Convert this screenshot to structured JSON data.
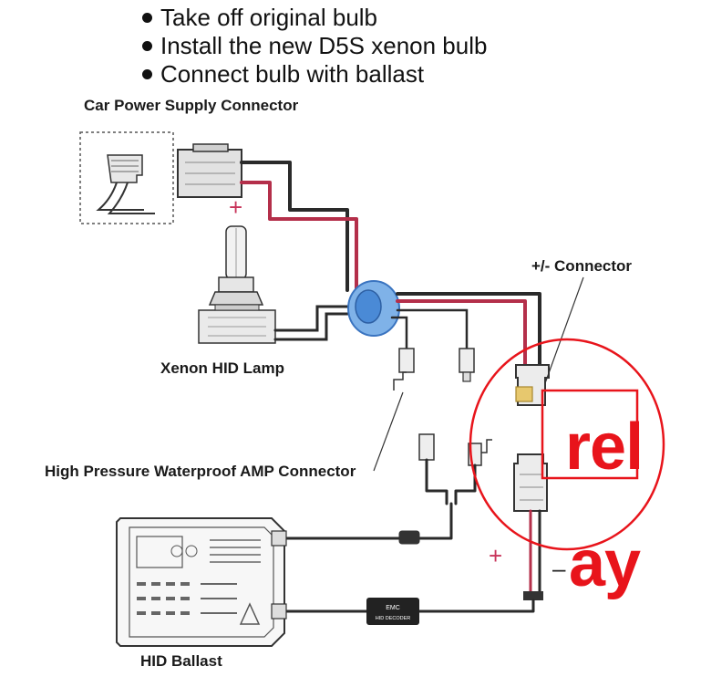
{
  "steps": [
    "Take off original bulb",
    "Install the new D5S xenon bulb",
    "Connect bulb with ballast"
  ],
  "labels": {
    "car_power": "Car Power Supply Connector",
    "connector_pm": "+/- Connector",
    "xenon_lamp": "Xenon HID Lamp",
    "amp_connector": "High Pressure Waterproof AMP Connector",
    "ballast": "HID Ballast",
    "emc_line1": "EMC",
    "emc_line2": "HID DECODER"
  },
  "polarity": {
    "plus": "+",
    "minus": "–"
  },
  "annotation": {
    "relay_top": "rel",
    "relay_bottom": "ay"
  },
  "colors": {
    "positive_wire": "#b42f4a",
    "ground_wire": "#2a2a2a",
    "annotation_red": "#e8141b",
    "grommet_blue": "#4a8ad6"
  }
}
